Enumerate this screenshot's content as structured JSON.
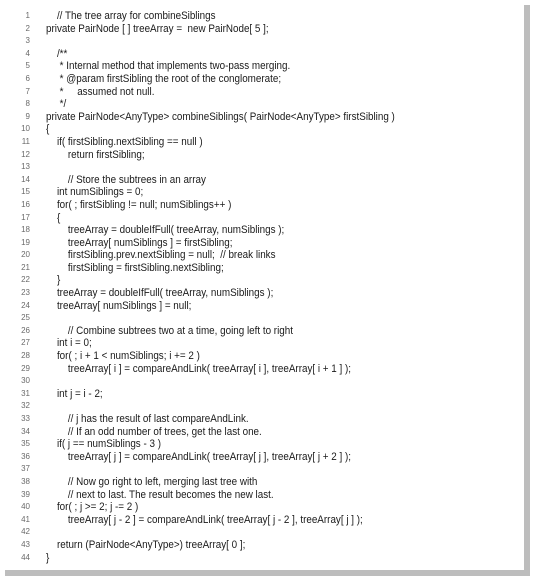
{
  "lines": [
    "    // The tree array for combineSiblings",
    "private PairNode [ ] treeArray =  new PairNode[ 5 ];",
    "",
    "    /**",
    "     * Internal method that implements two-pass merging.",
    "     * @param firstSibling the root of the conglomerate;",
    "     *     assumed not null.",
    "     */",
    "private PairNode<AnyType> combineSiblings( PairNode<AnyType> firstSibling )",
    "{",
    "    if( firstSibling.nextSibling == null )",
    "        return firstSibling;",
    "",
    "        // Store the subtrees in an array",
    "    int numSiblings = 0;",
    "    for( ; firstSibling != null; numSiblings++ )",
    "    {",
    "        treeArray = doubleIfFull( treeArray, numSiblings );",
    "        treeArray[ numSiblings ] = firstSibling;",
    "        firstSibling.prev.nextSibling = null;  // break links",
    "        firstSibling = firstSibling.nextSibling;",
    "    }",
    "    treeArray = doubleIfFull( treeArray, numSiblings );",
    "    treeArray[ numSiblings ] = null;",
    "",
    "        // Combine subtrees two at a time, going left to right",
    "    int i = 0;",
    "    for( ; i + 1 < numSiblings; i += 2 )",
    "        treeArray[ i ] = compareAndLink( treeArray[ i ], treeArray[ i + 1 ] );",
    "",
    "    int j = i - 2;",
    "",
    "        // j has the result of last compareAndLink.",
    "        // If an odd number of trees, get the last one.",
    "    if( j == numSiblings - 3 )",
    "        treeArray[ j ] = compareAndLink( treeArray[ j ], treeArray[ j + 2 ] );",
    "",
    "        // Now go right to left, merging last tree with",
    "        // next to last. The result becomes the new last.",
    "    for( ; j >= 2; j -= 2 )",
    "        treeArray[ j - 2 ] = compareAndLink( treeArray[ j - 2 ], treeArray[ j ] );",
    "",
    "    return (PairNode<AnyType>) treeArray[ 0 ];",
    "}"
  ]
}
